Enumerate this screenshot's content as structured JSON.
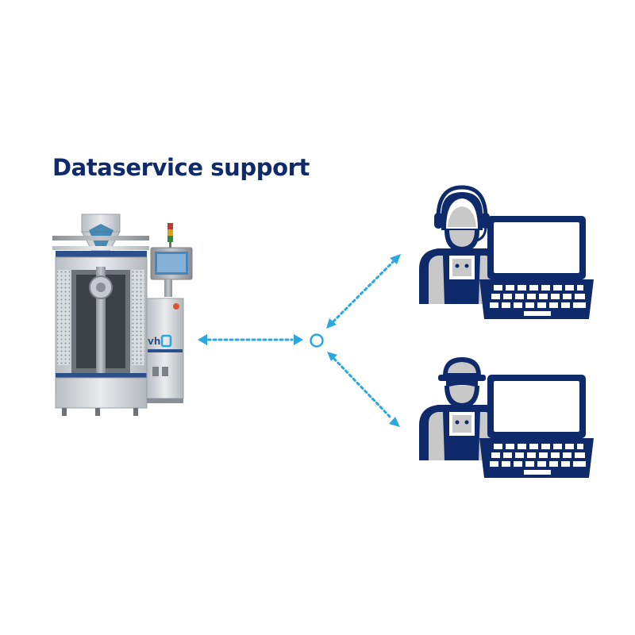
{
  "title": "Dataservice support",
  "machine": {
    "logo_text": "vh"
  },
  "colors": {
    "navy": "#0e2a6b",
    "accent": "#29a8e0",
    "gray": "#c8c8c8",
    "steel": "#d6d9dc"
  },
  "nodes": [
    {
      "id": "packaging-machine",
      "icon": "packaging-machine"
    },
    {
      "id": "data-hub",
      "icon": "hub-circle"
    },
    {
      "id": "support-agent-headset",
      "icon": "technician-with-headset-laptop"
    },
    {
      "id": "support-technician",
      "icon": "technician-with-cap-laptop"
    }
  ],
  "connections": [
    {
      "from": "packaging-machine",
      "to": "data-hub",
      "style": "dotted",
      "arrows": "both"
    },
    {
      "from": "data-hub",
      "to": "support-agent-headset",
      "style": "dotted",
      "arrows": "both"
    },
    {
      "from": "data-hub",
      "to": "support-technician",
      "style": "dotted",
      "arrows": "both"
    }
  ]
}
